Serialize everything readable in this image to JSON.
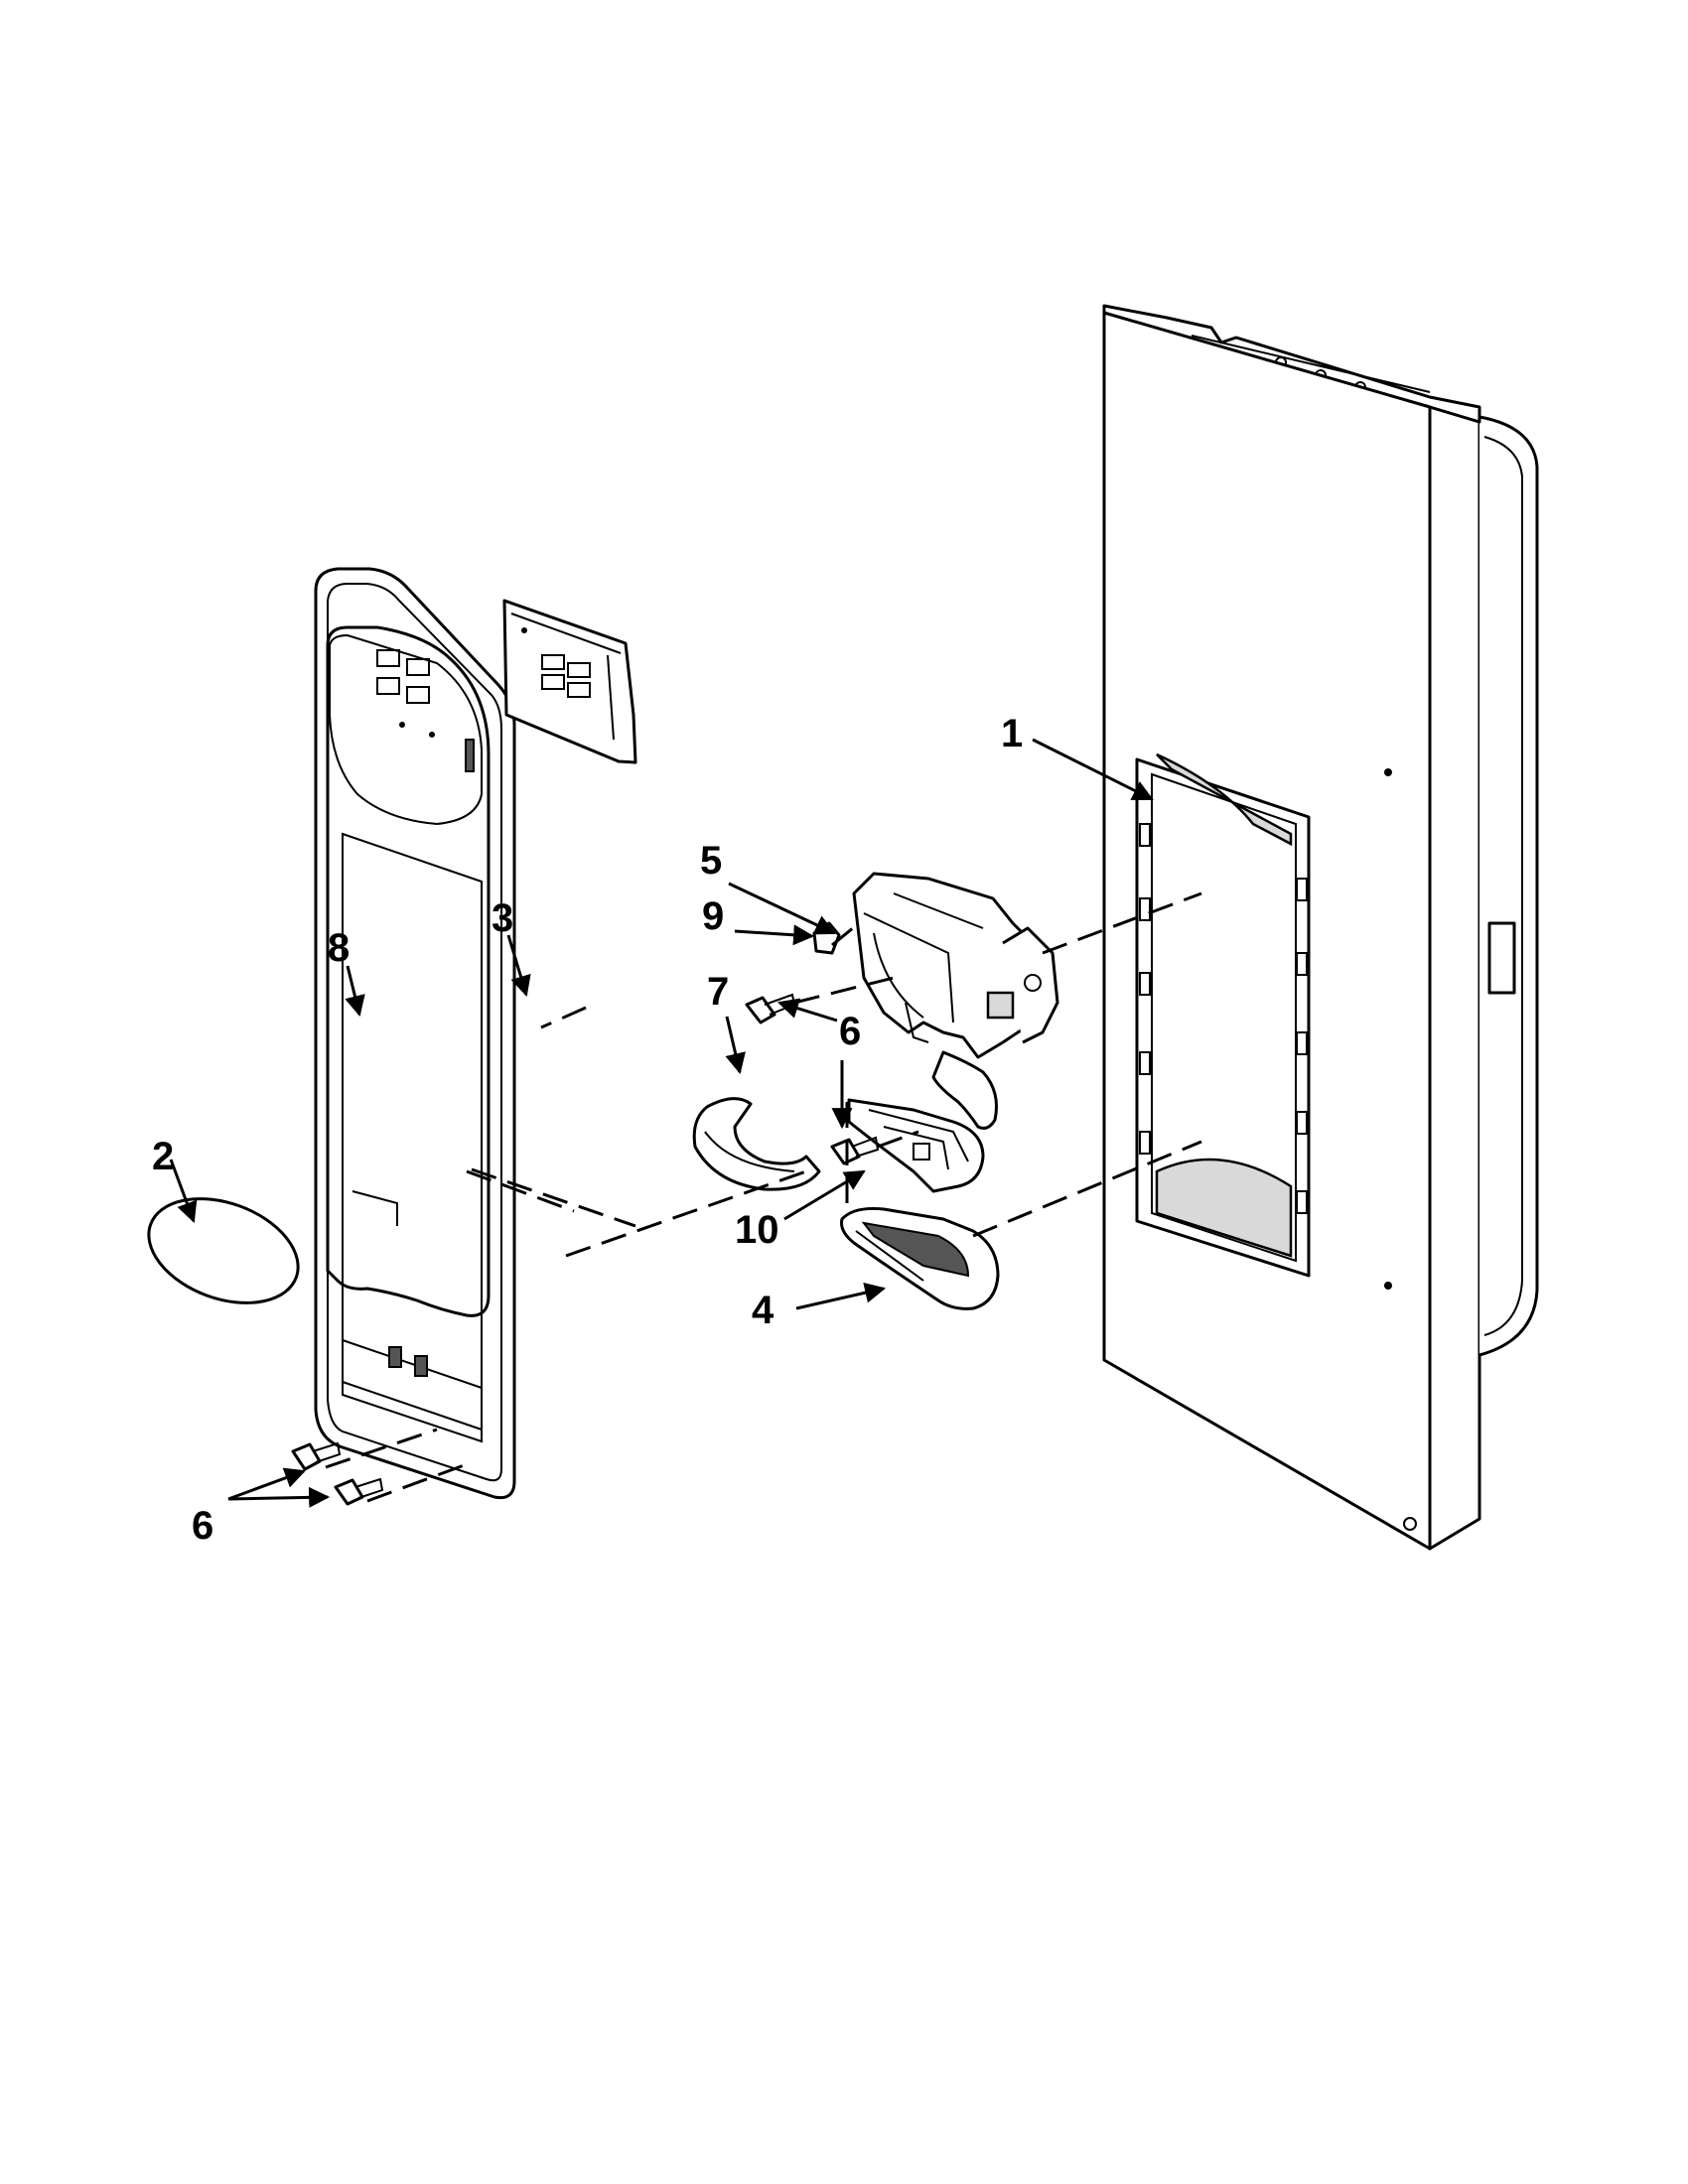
{
  "diagram": {
    "callouts": {
      "c1": "1",
      "c2": "2",
      "c3": "3",
      "c4": "4",
      "c5": "5",
      "c6a": "6",
      "c6b": "6",
      "c7": "7",
      "c8": "8",
      "c9": "9",
      "c10": "10"
    }
  }
}
